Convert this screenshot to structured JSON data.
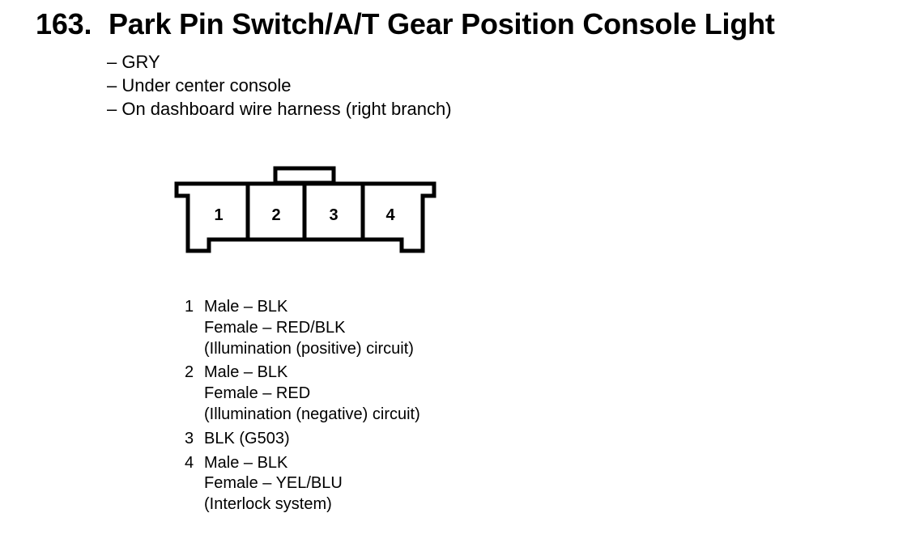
{
  "title": {
    "number": "163.",
    "text": "Park Pin Switch/A/T Gear Position Console Light"
  },
  "info": [
    "– GRY",
    "– Under center console",
    "– On dashboard wire harness (right branch)"
  ],
  "connector": {
    "cavities": [
      "1",
      "2",
      "3",
      "4"
    ]
  },
  "pins": [
    {
      "num": "1",
      "lines": [
        "Male – BLK",
        "Female – RED/BLK",
        "(Illumination (positive) circuit)"
      ]
    },
    {
      "num": "2",
      "lines": [
        "Male – BLK",
        "Female – RED",
        "(Illumination (negative) circuit)"
      ]
    },
    {
      "num": "3",
      "lines": [
        "BLK (G503)"
      ]
    },
    {
      "num": "4",
      "lines": [
        "Male – BLK",
        "Female – YEL/BLU",
        "(Interlock system)"
      ]
    }
  ]
}
